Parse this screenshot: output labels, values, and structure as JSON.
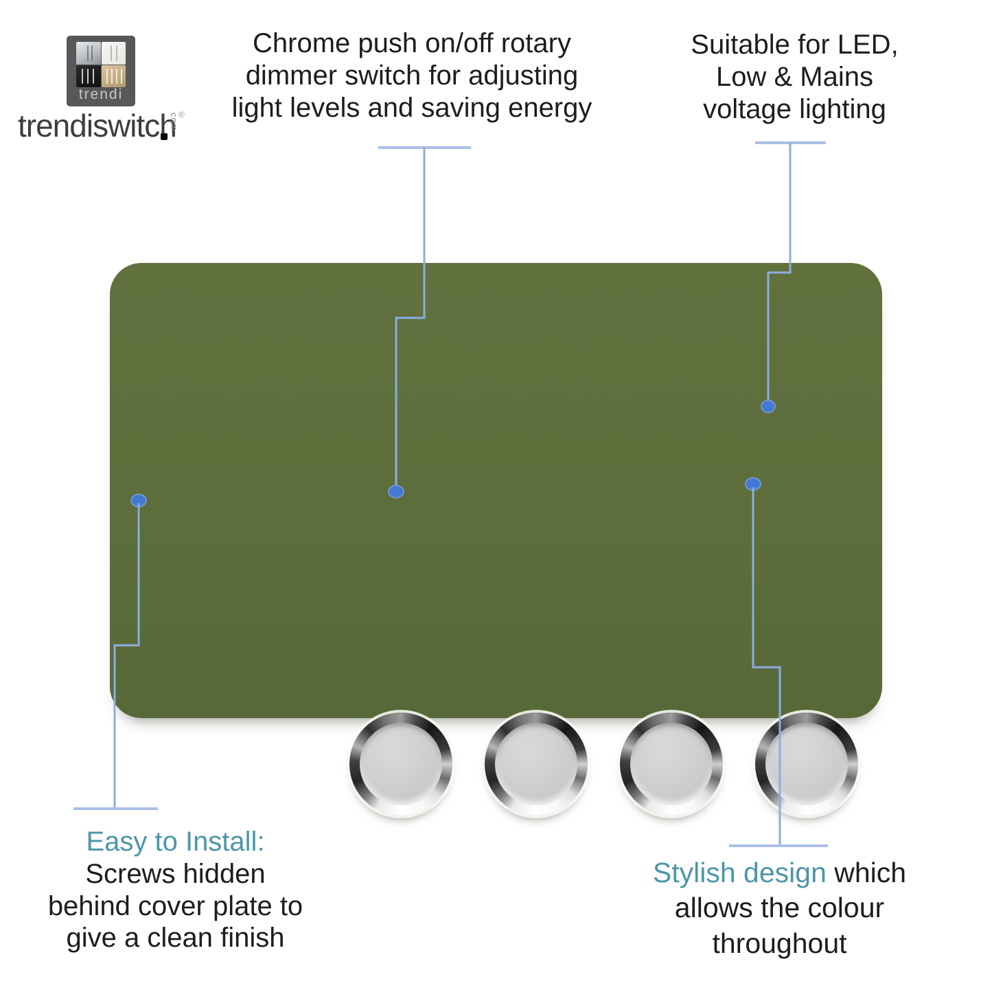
{
  "brand": {
    "square_label": "trendi",
    "wordmark": "trendiswitch",
    "wordmark_dot": ".",
    "domain_suffix": "com",
    "registered_mark": "®"
  },
  "annotations": {
    "top_center": {
      "lines": [
        "Chrome push on/off rotary",
        "dimmer switch for adjusting",
        "light levels and saving energy"
      ]
    },
    "top_right": {
      "lines": [
        "Suitable for LED,",
        "Low & Mains",
        "voltage lighting"
      ]
    },
    "bottom_left": {
      "highlight": "Easy to Install:",
      "lines": [
        "Screws hidden",
        "behind cover plate to",
        "give a clean finish"
      ]
    },
    "bottom_right": {
      "highlight": "Stylish design",
      "rest": " which",
      "lines": [
        "allows the colour",
        "throughout"
      ]
    }
  },
  "product": {
    "knob_count": 4,
    "plate_color_name": "moss green",
    "knob_finish": "chrome"
  },
  "colors": {
    "plate_green": "#5d6e3c",
    "teal_highlight": "#4c96a8",
    "callout_line": "#8cade0",
    "callout_tbar": "#aabfe8",
    "callout_dot": "#4478d2",
    "text_dark": "#1d1d1d",
    "logo_background": "#58585a"
  }
}
